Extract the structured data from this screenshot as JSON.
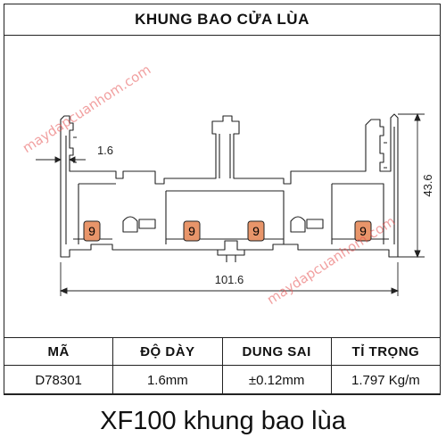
{
  "title": "KHUNG BAO CỬA LÙA",
  "drawing": {
    "dim_thickness": "1.6",
    "dim_height": "43.6",
    "dim_width": "101.6",
    "gasket_label": "9",
    "watermark": "maydapcuanhom.com",
    "colors": {
      "gasket": "#e8956a",
      "line": "#222222"
    }
  },
  "spec": {
    "headers": [
      "MÃ",
      "ĐỘ DÀY",
      "DUNG SAI",
      "TỈ TRỌNG"
    ],
    "values": [
      "D78301",
      "1.6mm",
      "±0.12mm",
      "1.797 Kg/m"
    ]
  },
  "caption": "XF100 khung bao lùa"
}
